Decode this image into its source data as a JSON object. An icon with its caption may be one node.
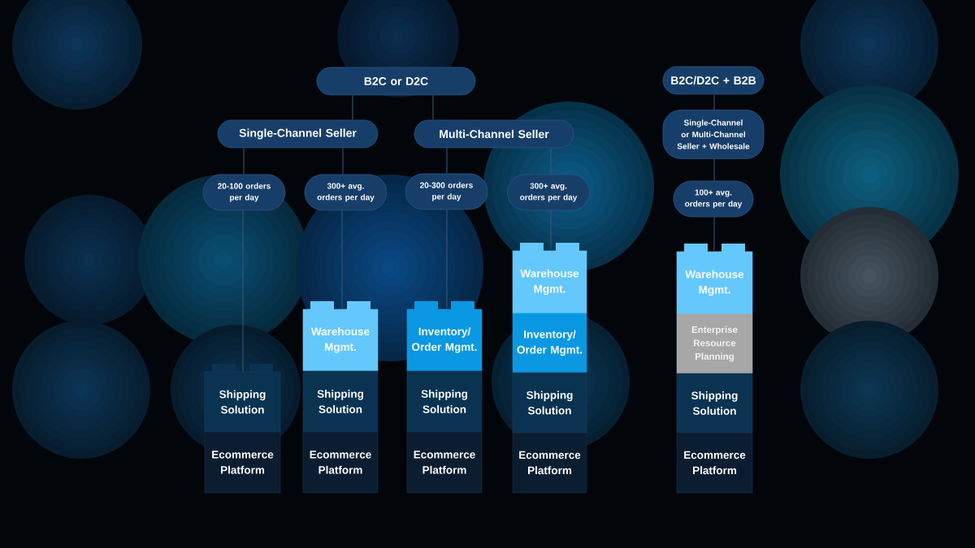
{
  "diagram": {
    "nodes": [
      {
        "text": [
          "B2C or D2C"
        ]
      },
      {
        "text": [
          "B2C/D2C + B2B"
        ]
      },
      {
        "text": [
          "Single-Channel Seller"
        ]
      },
      {
        "text": [
          "Multi-Channel Seller"
        ]
      },
      {
        "text": [
          "Single-Channel or Multi-Channel Seller + Wholesale"
        ]
      },
      {
        "text": [
          "20-100 orders per day"
        ]
      },
      {
        "text": [
          "300+ avg. orders per day"
        ]
      },
      {
        "text": [
          "20-300 orders per day"
        ]
      },
      {
        "text": [
          "300+ avg. orders per day"
        ]
      },
      {
        "text": [
          "100+ avg. orders per day"
        ]
      },
      {
        "text": [
          "Shipping Solution"
        ]
      },
      {
        "text": [
          "Ecommerce Platform"
        ]
      },
      {
        "text": [
          "Warehouse Mgmt."
        ]
      },
      {
        "text": [
          "Shipping Solution"
        ]
      },
      {
        "text": [
          "Ecommerce Platform"
        ]
      },
      {
        "text": [
          "Inventory/ Order Mgmt."
        ]
      },
      {
        "text": [
          "Shipping Solution"
        ]
      },
      {
        "text": [
          "Ecommerce Platform"
        ]
      },
      {
        "text": [
          "Warehouse Mgmt."
        ]
      },
      {
        "text": [
          "Inventory/ Order Mgmt."
        ]
      },
      {
        "text": [
          "Shipping Solution"
        ]
      },
      {
        "text": [
          "Ecommerce Platform"
        ]
      },
      {
        "text": [
          "Warehouse Mgmt."
        ]
      },
      {
        "text": [
          "Enterprise Resource Planning"
        ]
      },
      {
        "text": [
          "Shipping Solution"
        ]
      },
      {
        "text": [
          "Ecommerce Platform"
        ]
      }
    ],
    "edges": [
      {
        "from": 0,
        "to": 2,
        "arrow": "none"
      },
      {
        "from": 0,
        "to": 3,
        "arrow": "none"
      },
      {
        "from": 1,
        "to": 4,
        "arrow": "none"
      },
      {
        "from": 2,
        "to": 5,
        "arrow": "none"
      },
      {
        "from": 2,
        "to": 6,
        "arrow": "none"
      },
      {
        "from": 3,
        "to": 7,
        "arrow": "none"
      },
      {
        "from": 3,
        "to": 8,
        "arrow": "none"
      },
      {
        "from": 4,
        "to": 9,
        "arrow": "none"
      },
      {
        "from": 5,
        "to": 10,
        "arrow": "none"
      },
      {
        "from": 6,
        "to": 12,
        "arrow": "none"
      },
      {
        "from": 7,
        "to": 15,
        "arrow": "none"
      },
      {
        "from": 8,
        "to": 18,
        "arrow": "none"
      },
      {
        "from": 9,
        "to": 22,
        "arrow": "none"
      }
    ]
  }
}
